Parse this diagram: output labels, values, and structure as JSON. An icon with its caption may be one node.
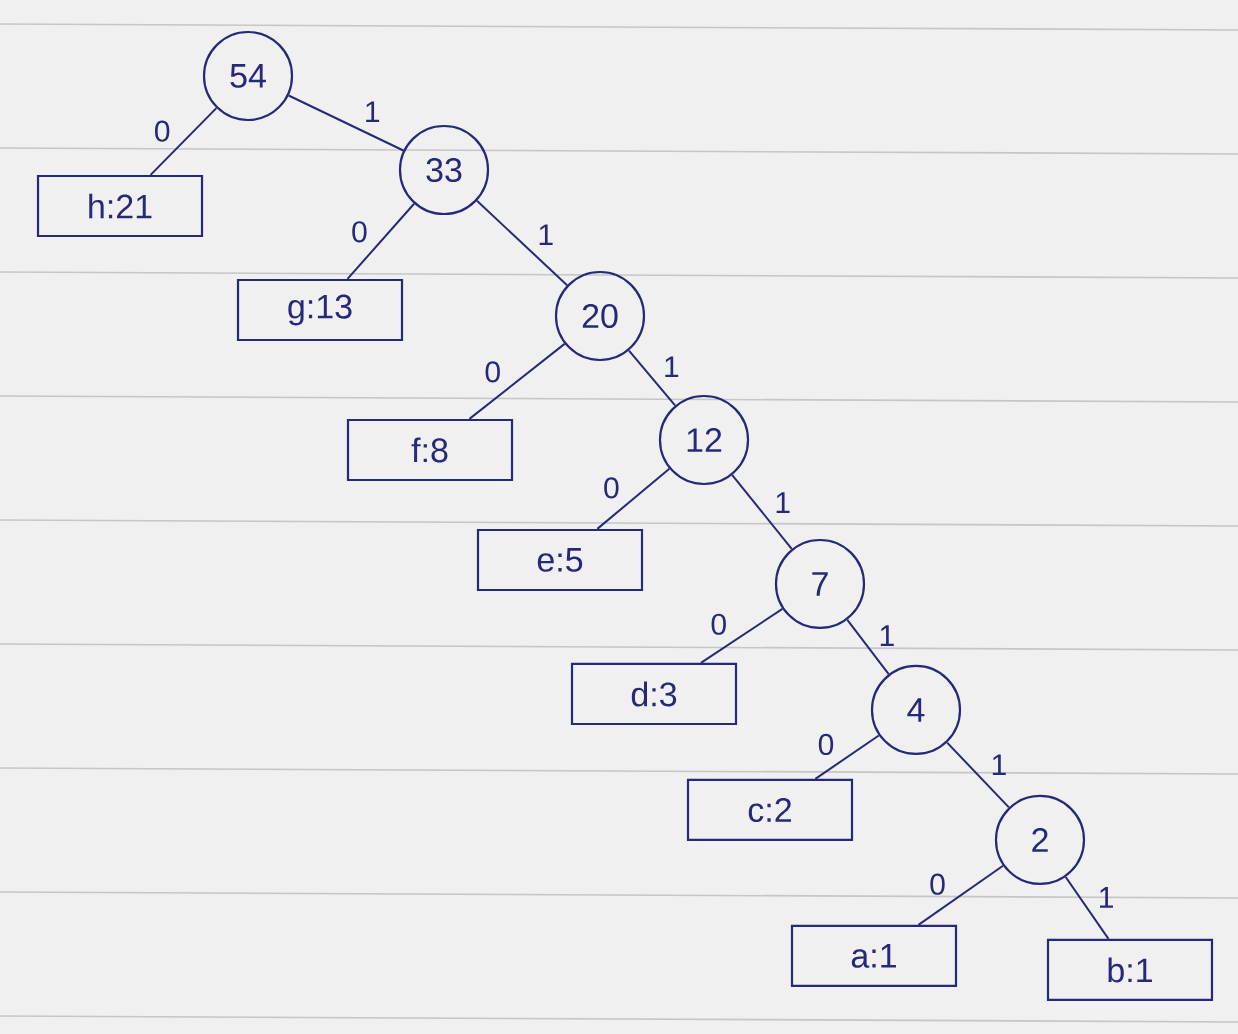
{
  "diagram": {
    "nodes": [
      {
        "text": [
          "54"
        ]
      },
      {
        "text": [
          "h:21"
        ]
      },
      {
        "text": [
          "33"
        ]
      },
      {
        "text": [
          "g:13"
        ]
      },
      {
        "text": [
          "20"
        ]
      },
      {
        "text": [
          "f:8"
        ]
      },
      {
        "text": [
          "12"
        ]
      },
      {
        "text": [
          "e:5"
        ]
      },
      {
        "text": [
          "7"
        ]
      },
      {
        "text": [
          "d:3"
        ]
      },
      {
        "text": [
          "4"
        ]
      },
      {
        "text": [
          "c:2"
        ]
      },
      {
        "text": [
          "2"
        ]
      },
      {
        "text": [
          "a:1"
        ]
      },
      {
        "text": [
          "b:1"
        ]
      }
    ],
    "edges": [
      {
        "from": 0,
        "to": 1,
        "arrow": "none",
        "label": "0"
      },
      {
        "from": 0,
        "to": 2,
        "arrow": "none",
        "label": "1"
      },
      {
        "from": 2,
        "to": 3,
        "arrow": "none",
        "label": "0"
      },
      {
        "from": 2,
        "to": 4,
        "arrow": "none",
        "label": "1"
      },
      {
        "from": 4,
        "to": 5,
        "arrow": "none",
        "label": "0"
      },
      {
        "from": 4,
        "to": 6,
        "arrow": "none",
        "label": "1"
      },
      {
        "from": 6,
        "to": 7,
        "arrow": "none",
        "label": "0"
      },
      {
        "from": 6,
        "to": 8,
        "arrow": "none",
        "label": "1"
      },
      {
        "from": 8,
        "to": 9,
        "arrow": "none",
        "label": "0"
      },
      {
        "from": 8,
        "to": 10,
        "arrow": "none",
        "label": "1"
      },
      {
        "from": 10,
        "to": 11,
        "arrow": "none",
        "label": "0"
      },
      {
        "from": 10,
        "to": 12,
        "arrow": "none",
        "label": "1"
      },
      {
        "from": 12,
        "to": 13,
        "arrow": "none",
        "label": "0"
      },
      {
        "from": 12,
        "to": 14,
        "arrow": "none",
        "label": "1"
      }
    ]
  }
}
